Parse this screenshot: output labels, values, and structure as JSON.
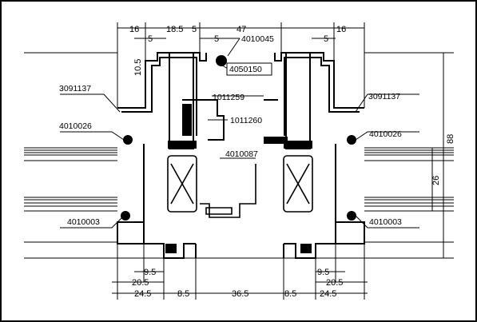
{
  "drawing": {
    "colors": {
      "ink": "#000000",
      "paper": "#ffffff"
    },
    "dimensions": {
      "top": {
        "d16_left": "16",
        "d18_5": "18.5",
        "d5_a": "5",
        "d5_b": "5",
        "d47": "47",
        "d5_c": "5",
        "d5_d": "5",
        "d16_right": "16"
      },
      "left_vertical": {
        "d10_5": "10.5"
      },
      "right_vertical": {
        "d88": "88",
        "d26": "26"
      },
      "bottom": {
        "d9_5_left": "9.5",
        "d20_5_left": "20.5",
        "d24_5_left": "24.5",
        "d8_5_left": "8.5",
        "d36_5": "36.5",
        "d8_5_right": "8.5",
        "d24_5_right": "24.5",
        "d20_5_right": "20.5",
        "d9_5_right": "9.5"
      }
    },
    "parts": {
      "p4010045": "4010045",
      "p4050150": "4050150",
      "p1011259": "1011259",
      "p1011260": "1011260",
      "p4010087": "4010087",
      "p3091137_left": "3091137",
      "p3091137_right": "3091137",
      "p4010026_left": "4010026",
      "p4010026_right": "4010026",
      "p4010003_left": "4010003",
      "p4010003_right": "4010003"
    }
  }
}
